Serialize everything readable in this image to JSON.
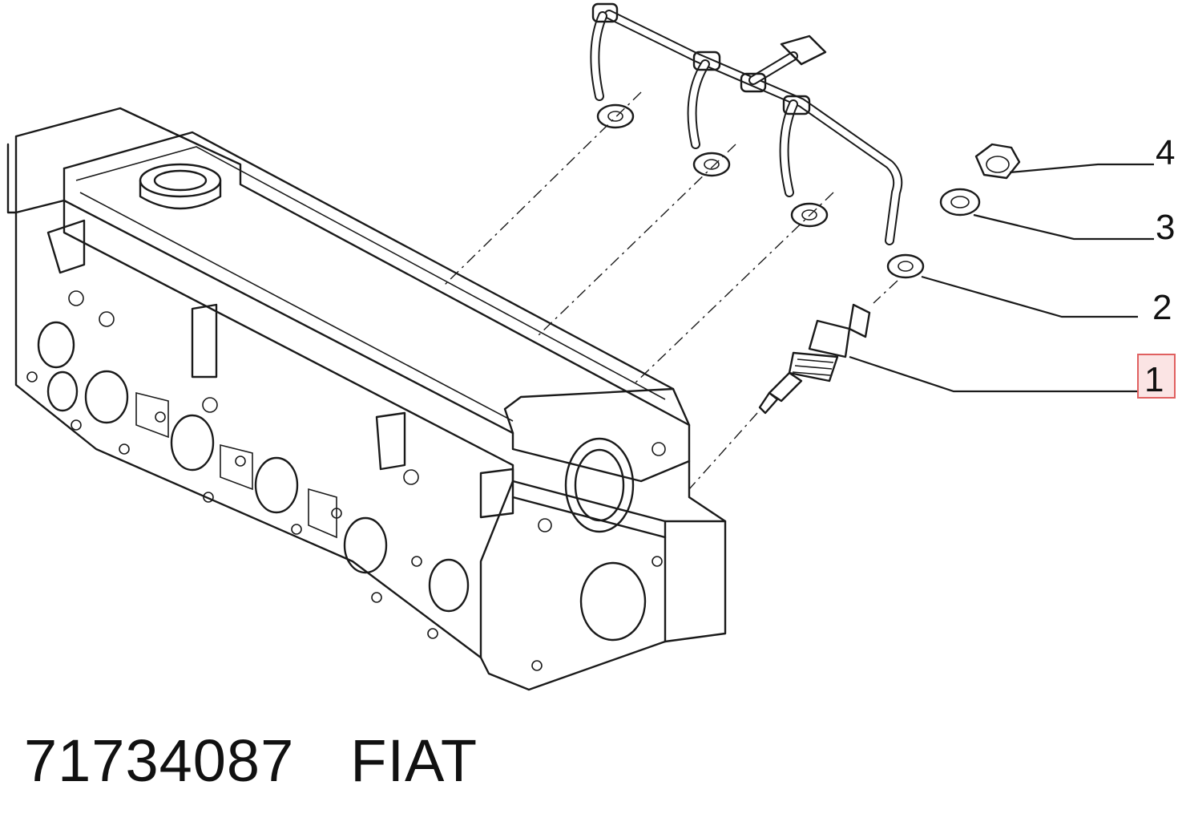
{
  "callouts": [
    {
      "number": "4"
    },
    {
      "number": "3"
    },
    {
      "number": "2"
    },
    {
      "number": "1",
      "highlighted": true
    }
  ],
  "footer": {
    "part_number": "71734087",
    "brand": "FIAT"
  },
  "colors": {
    "line": "#1a1a1a",
    "highlight_border": "#e06060",
    "highlight_fill": "#fbe4e4"
  }
}
